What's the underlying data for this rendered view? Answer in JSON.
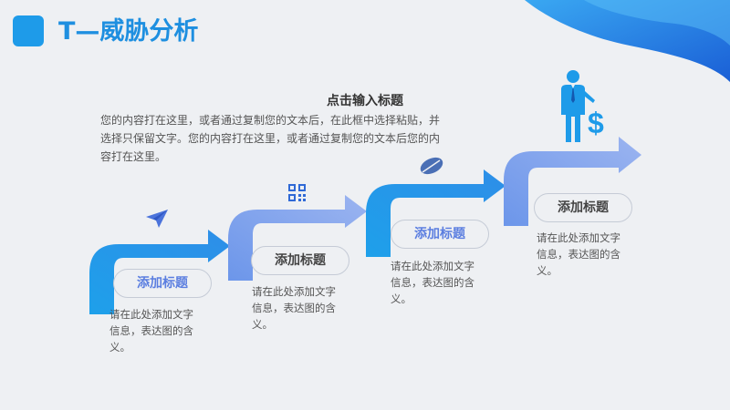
{
  "header": {
    "title": "T—威胁分析"
  },
  "intro": {
    "heading": "点击输入标题",
    "body": "您的内容打在这里，或者通过复制您的文本后，在此框中选择粘贴，并选择只保留文字。您的内容打在这里，或者通过复制您的文本后您的内容打在这里。"
  },
  "steps": [
    {
      "title": "添加标题",
      "desc": "请在此处添加文字信息，表达图的含义。",
      "icon": "paper-plane-icon"
    },
    {
      "title": "添加标题",
      "desc": "请在此处添加文字信息，表达图的含义。",
      "icon": "qr-code-icon"
    },
    {
      "title": "添加标题",
      "desc": "请在此处添加文字信息，表达图的含义。",
      "icon": "leaf-icon"
    },
    {
      "title": "添加标题",
      "desc": "请在此处添加文字信息，表达图的含义。",
      "icon": "businessman-dollar-icon"
    }
  ],
  "colors": {
    "accent": "#1e9be9",
    "arrow_dark": "#1e9be9",
    "arrow_light": "#7fa0ec",
    "pill_text": "#5b7ee0"
  }
}
